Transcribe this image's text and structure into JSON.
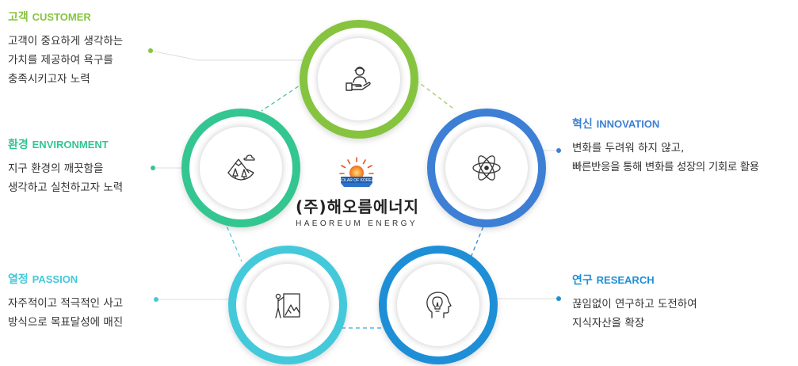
{
  "logo": {
    "badge_text": "SOLAR OF KOREA",
    "name_kr": "(주)해오름에너지",
    "name_en": "HAEOREUM ENERGY"
  },
  "values": [
    {
      "key": "customer",
      "title_kr": "고객",
      "title_en": "CUSTOMER",
      "lines": [
        "고객이 중요하게 생각하는",
        "가치를 제공하여 욕구를",
        "충족시키고자 노력"
      ],
      "color": "#86c43f",
      "icon": "customer-service-icon"
    },
    {
      "key": "environment",
      "title_kr": "환경",
      "title_en": "ENVIRONMENT",
      "lines": [
        "지구 환경의 깨끗함을",
        "생각하고 실천하고자 노력"
      ],
      "color": "#33c691",
      "icon": "nature-mountain-icon"
    },
    {
      "key": "passion",
      "title_kr": "열정",
      "title_en": "PASSION",
      "lines": [
        "자주적이고 적극적인 사고",
        "방식으로 목표달성에 매진"
      ],
      "color": "#44c9da",
      "icon": "flag-mountain-climber-icon"
    },
    {
      "key": "innovation",
      "title_kr": "혁신",
      "title_en": "INNOVATION",
      "lines": [
        "변화를 두려워 하지 않고,",
        "빠른반응을 통해 변화를 성장의 기회로 활용"
      ],
      "color": "#3d7fd4",
      "icon": "atom-icon"
    },
    {
      "key": "research",
      "title_kr": "연구",
      "title_en": "RESEARCH",
      "lines": [
        "끊임없이 연구하고 도전하여",
        "지식자산을 확장"
      ],
      "color": "#1e8fd7",
      "icon": "lightbulb-head-icon"
    }
  ]
}
